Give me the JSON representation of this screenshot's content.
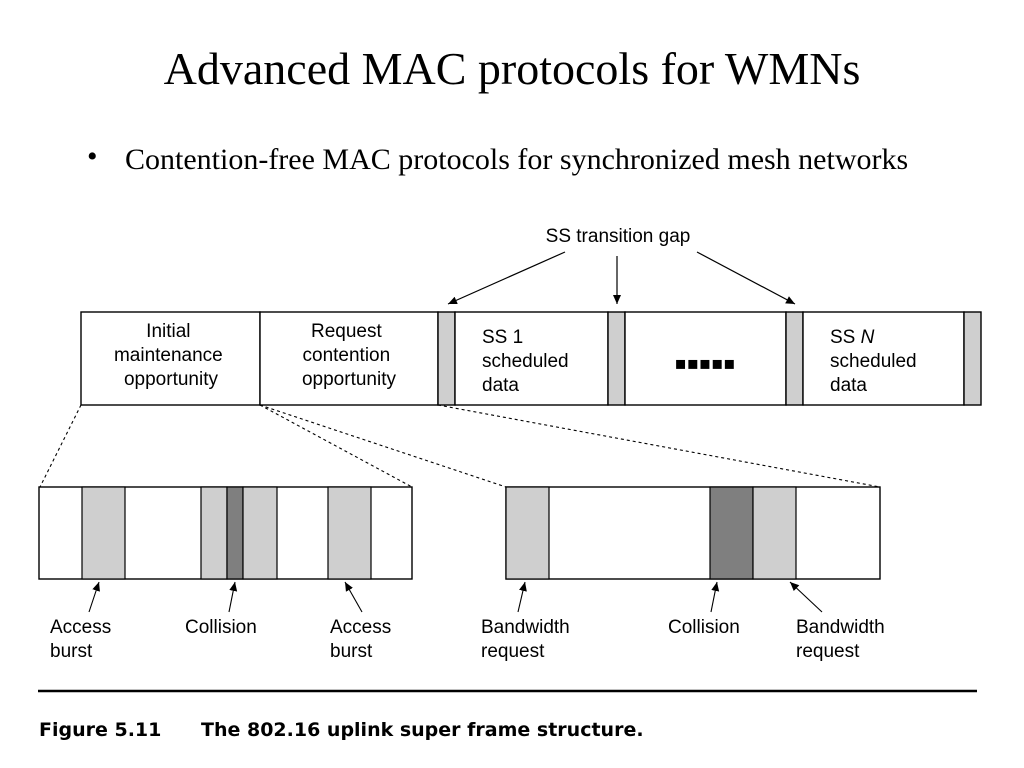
{
  "slide": {
    "title": "Advanced MAC protocols for WMNs",
    "bullet_symbol": "•",
    "bullet_text": "Contention-free MAC protocols for synchronized mesh networks"
  },
  "diagram": {
    "transition_gap_label": "SS transition gap",
    "frame": {
      "initial_maintenance": [
        "Initial",
        "maintenance",
        "opportunity"
      ],
      "request_contention": [
        "Request",
        "contention",
        "opportunity"
      ],
      "ss1": [
        "SS 1",
        "scheduled",
        "data"
      ],
      "ellipsis": "▪▪▪▪▪",
      "ssn_prefix": "SS ",
      "ssn_italic": "N",
      "ssn_rest": [
        "scheduled",
        "data"
      ]
    },
    "left_detail_labels": {
      "access_burst_1": [
        "Access",
        "burst"
      ],
      "collision": [
        "Collision"
      ],
      "access_burst_2": [
        "Access",
        "burst"
      ]
    },
    "right_detail_labels": {
      "bandwidth_request_1": [
        "Bandwidth",
        "request"
      ],
      "collision": [
        "Collision"
      ],
      "bandwidth_request_2": [
        "Bandwidth",
        "request"
      ]
    },
    "caption": {
      "figure_number": "Figure 5.11",
      "text": "The 802.16 uplink super frame structure."
    }
  },
  "colors": {
    "light_gray": "#cfcfcf",
    "dark_gray": "#7f7f7f",
    "stroke": "#000000"
  }
}
